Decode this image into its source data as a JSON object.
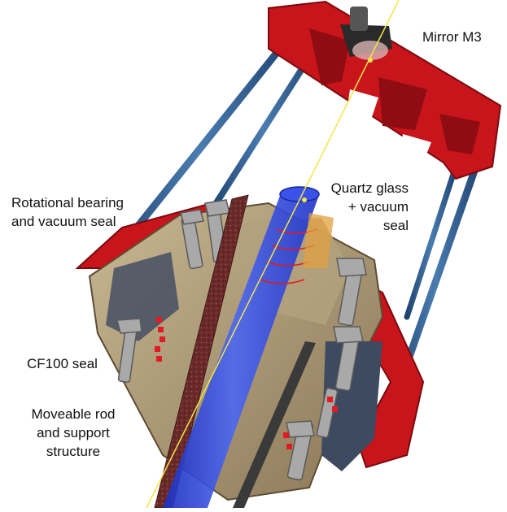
{
  "labels": {
    "mirror": "Mirror M3",
    "quartz": [
      "Quartz glass",
      "+ vacuum",
      "seal"
    ],
    "bearing": [
      "Rotational bearing",
      "and vacuum seal"
    ],
    "cf100": "CF100 seal",
    "rod": [
      "Moveable rod",
      "and support",
      "structure"
    ]
  },
  "colors": {
    "frame": "#c8141b",
    "strut": "#2f5c8a",
    "quartz": "#2a3fd6",
    "flange": "#9c8a6a",
    "bolt": "#a9a9a9",
    "rod": "#6b2a2a",
    "beam": "#f2e54a"
  }
}
